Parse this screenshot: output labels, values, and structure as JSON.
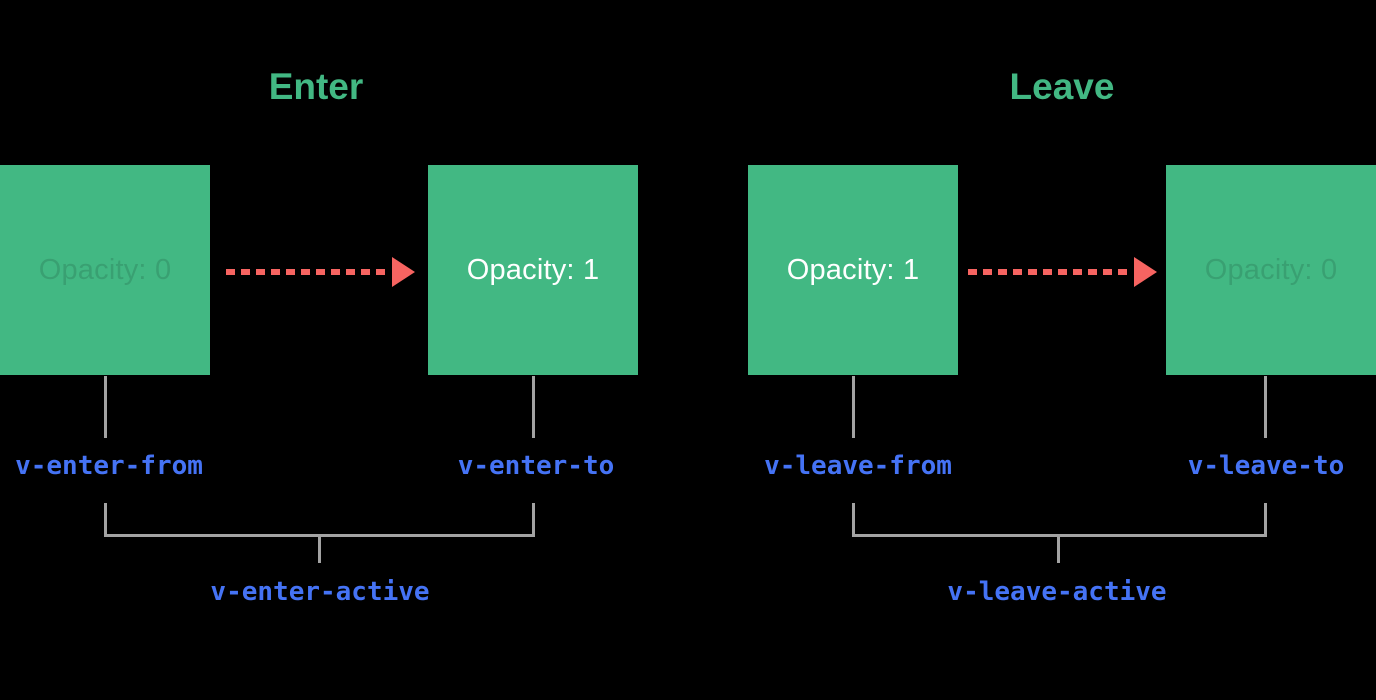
{
  "colors": {
    "background": "#000000",
    "box_green": "#42b883",
    "title_green": "#42b883",
    "arrow_red": "#f76461",
    "class_blue": "#4573f5",
    "line_gray": "#a3a3a3",
    "box_text_white": "#ffffff"
  },
  "enter": {
    "title": "Enter",
    "from_box_label": "Opacity: 0",
    "to_box_label": "Opacity: 1",
    "from_class": "v-enter-from",
    "to_class": "v-enter-to",
    "active_class": "v-enter-active"
  },
  "leave": {
    "title": "Leave",
    "from_box_label": "Opacity: 1",
    "to_box_label": "Opacity: 0",
    "from_class": "v-leave-from",
    "to_class": "v-leave-to",
    "active_class": "v-leave-active"
  }
}
